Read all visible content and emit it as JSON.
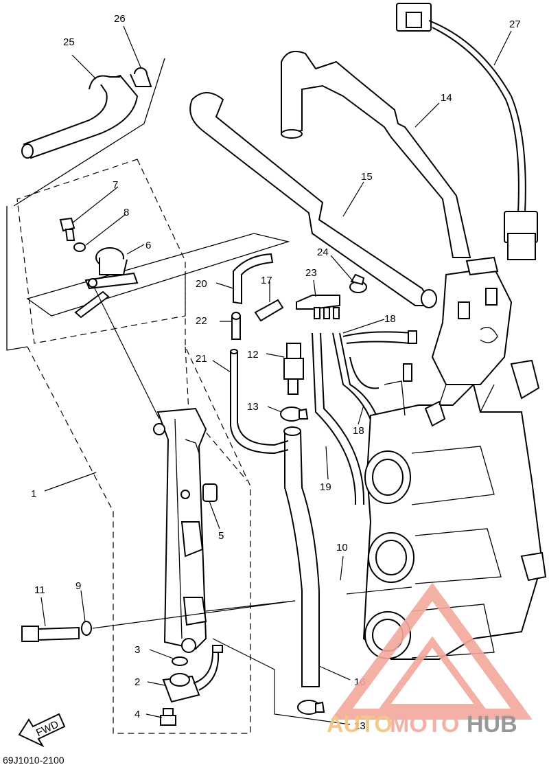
{
  "callouts": [
    {
      "id": "1",
      "label": "1"
    },
    {
      "id": "2",
      "label": "2"
    },
    {
      "id": "3",
      "label": "3"
    },
    {
      "id": "4",
      "label": "4"
    },
    {
      "id": "5",
      "label": "5"
    },
    {
      "id": "6",
      "label": "6"
    },
    {
      "id": "7",
      "label": "7"
    },
    {
      "id": "8",
      "label": "8"
    },
    {
      "id": "9",
      "label": "9"
    },
    {
      "id": "10",
      "label": "10"
    },
    {
      "id": "11",
      "label": "11"
    },
    {
      "id": "12",
      "label": "12"
    },
    {
      "id": "13a",
      "label": "13"
    },
    {
      "id": "13b",
      "label": "13"
    },
    {
      "id": "14",
      "label": "14"
    },
    {
      "id": "15",
      "label": "15"
    },
    {
      "id": "16",
      "label": "16"
    },
    {
      "id": "17",
      "label": "17"
    },
    {
      "id": "18a",
      "label": "18"
    },
    {
      "id": "18b",
      "label": "18"
    },
    {
      "id": "19",
      "label": "19"
    },
    {
      "id": "20",
      "label": "20"
    },
    {
      "id": "21",
      "label": "21"
    },
    {
      "id": "22",
      "label": "22"
    },
    {
      "id": "23",
      "label": "23"
    },
    {
      "id": "24",
      "label": "24"
    },
    {
      "id": "25",
      "label": "25"
    },
    {
      "id": "26",
      "label": "26"
    },
    {
      "id": "27",
      "label": "27"
    }
  ],
  "direction_label": "FWD",
  "diagram_code": "69J1010-2100",
  "watermark": {
    "part1": "AUTO",
    "part2": "MOTO",
    "part3": "HUB"
  },
  "colors": {
    "line": "#000000",
    "watermark_red": "#f3a89c",
    "watermark_orange": "#f6c27e",
    "watermark_gray": "#8c8c8c"
  }
}
